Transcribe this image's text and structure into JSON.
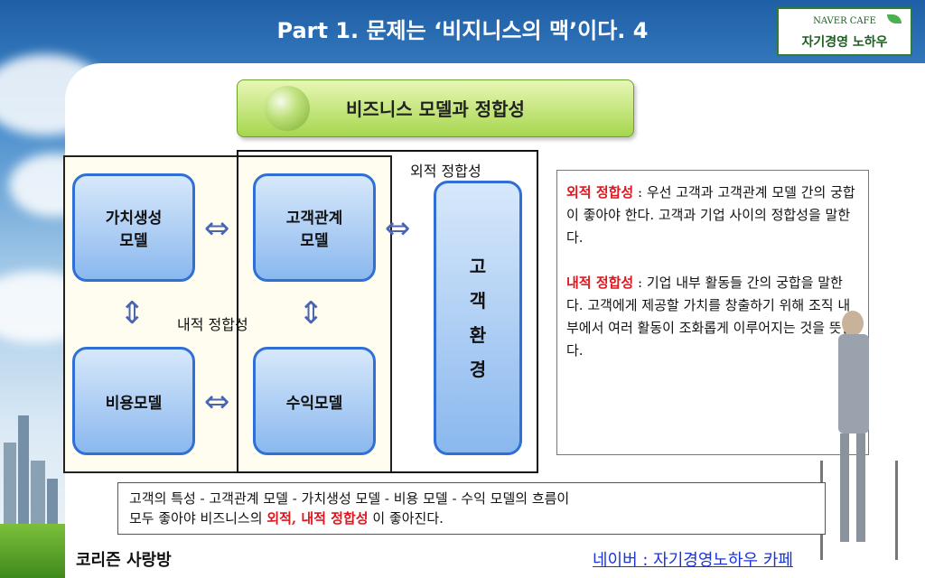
{
  "slide": {
    "title": "Part 1. 문제는 ‘비지니스의 맥’이다. 4",
    "section_header": "비즈니스 모델과 정합성",
    "labels": {
      "external_fit": "외적 정합성",
      "internal_fit": "내적 정합성"
    },
    "nodes": {
      "value_creation": [
        "가치생성",
        "모델"
      ],
      "customer_relation": [
        "고객관계",
        "모델"
      ],
      "cost": "비용모델",
      "revenue": "수익모델",
      "customer_env": [
        "고",
        "객",
        "환",
        "경"
      ]
    },
    "description": {
      "external_term": "외적 정합성",
      "external_text": " : 우선 고객과 고객관계 모델 간의 궁합이 좋아야 한다. 고객과 기업 사이의 정합성을 말한다.",
      "internal_term": "내적 정합성",
      "internal_text": " : 기업 내부 활동들 간의 궁합을 말한다. 고객에게 제공할 가치를 창출하기 위해 조직 내부에서 여러 활동이 조화롭게 이루어지는 것을 뜻한다."
    },
    "summary": {
      "line1": "고객의 특성 - 고객관계 모델 - 가치생성 모델 - 비용 모델 - 수익 모델의 흐름이",
      "line2_pre": "모두  좋아야  비즈니스의 ",
      "line2_red": "외적, 내적 정합성",
      "line2_post": " 이 좋아진다."
    },
    "footer_left": "코리즌 사랑방",
    "footer_right": "네이버 : 자기경영노하우 카페"
  },
  "logo": {
    "line1": "NAVER CAFE",
    "line2": "자기경영 노하우"
  },
  "colors": {
    "accent_red": "#e0161e",
    "node_border": "#2f6fd6",
    "header_green": "#a6d64e",
    "link_blue": "#1a34d6"
  }
}
